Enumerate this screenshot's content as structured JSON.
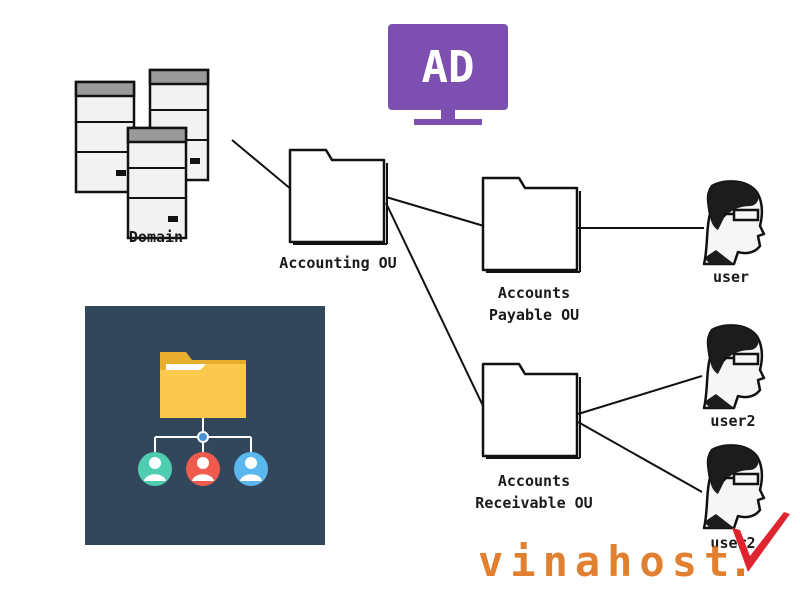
{
  "labels": {
    "ad_badge": "AD",
    "domain": "Domain",
    "accounting_ou": "Accounting OU",
    "payable_line1": "Accounts",
    "payable_line2": "Payable OU",
    "receivable_line1": "Accounts",
    "receivable_line2": "Receivable OU",
    "user1": "user",
    "user2": "user2",
    "user3": "user2"
  },
  "brand": {
    "name": "vinahost",
    "dot": ".",
    "text_color": "#e07a26",
    "check_color": "#e0242f"
  },
  "colors": {
    "ad_purple": "#7c4fb0",
    "dark_panel": "#32475b",
    "folder_yellow": "#fbc94d",
    "connector_blue": "#4a90d9",
    "avatar_green": "#4ecdb0",
    "avatar_red": "#ef5b4d",
    "avatar_blue": "#5bb8ef"
  },
  "icons": {
    "servers": "server-stack-icon",
    "ou_folder": "folder-outline-icon",
    "user": "user-face-icon",
    "tree": "folder-tree-icon"
  }
}
